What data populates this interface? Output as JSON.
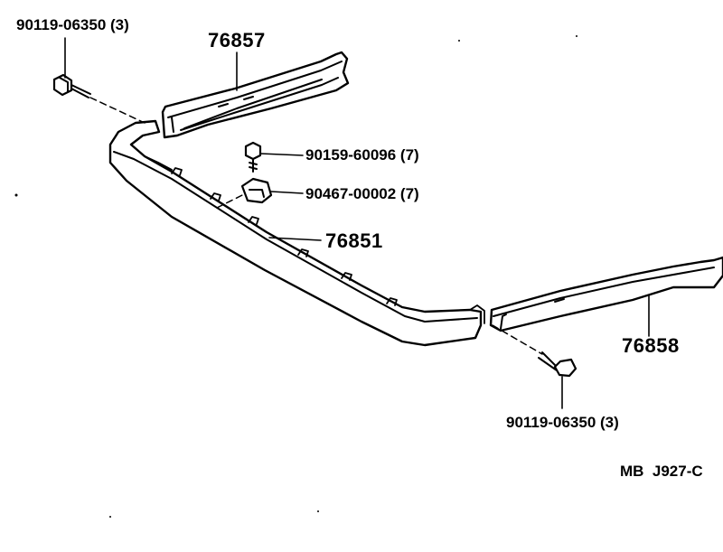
{
  "labels": {
    "bolt_top": "90119-06350 (3)",
    "part_top": "76857",
    "screw": "90159-60096 (7)",
    "nut": "90467-00002 (7)",
    "part_main": "76851",
    "part_right": "76858",
    "bolt_bottom": "90119-06350 (3)",
    "figure_code": "MB  J927-C"
  },
  "colors": {
    "line": "#000000",
    "background": "#ffffff"
  }
}
